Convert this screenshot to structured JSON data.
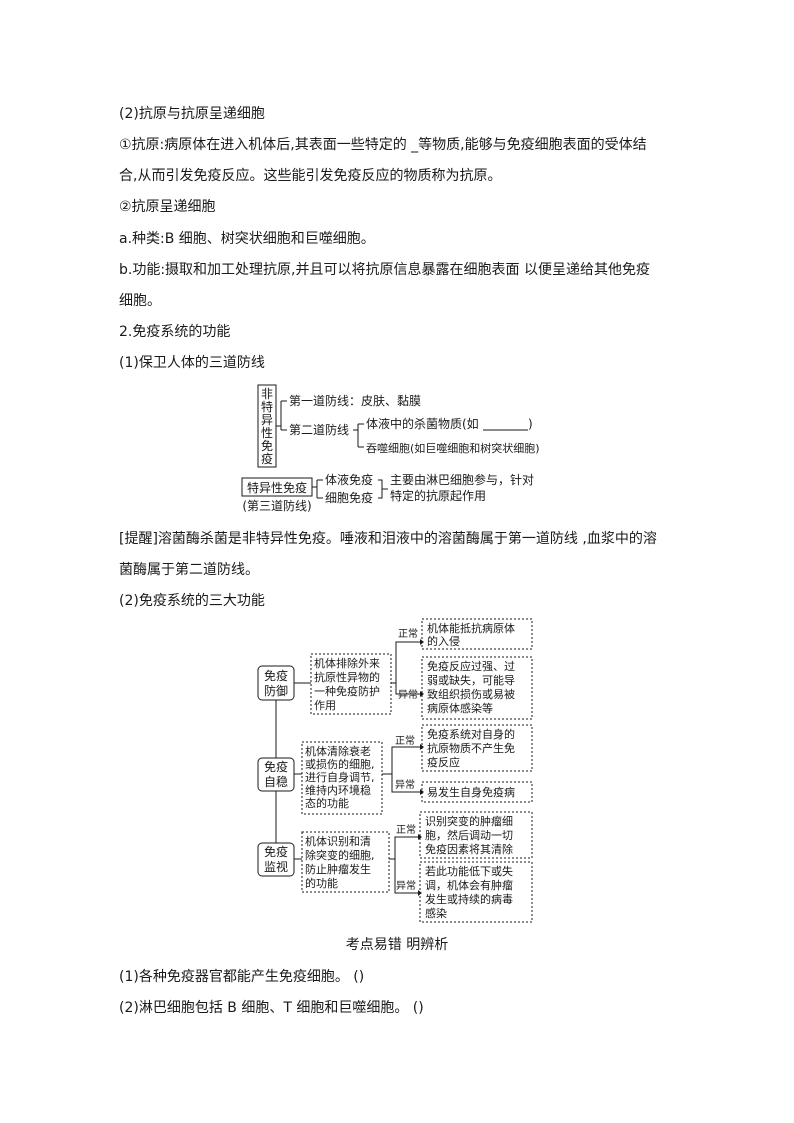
{
  "paragraphs": {
    "p1": "(2)抗原与抗原呈递细胞",
    "p2": "①抗原:病原体在进入机体后,其表面一些特定的 _等物质,能够与免疫细胞表面的受体结",
    "p3": "合,从而引发免疫反应。这些能引发免疫反应的物质称为抗原。",
    "p4": "②抗原呈递细胞",
    "p5": "a.种类:B 细胞、树突状细胞和巨噬细胞。",
    "p6": "b.功能:摄取和加工处理抗原,并且可以将抗原信息暴露在细胞表面   以便呈递给其他免疫",
    "p7": "细胞。",
    "p8": "2.免疫系统的功能",
    "p9": "(1)保卫人体的三道防线",
    "p10": "[提醒]溶菌酶杀菌是非特异性免疫。唾液和泪液中的溶菌酶属于第一道防线    ,血浆中的溶",
    "p11": "菌酶属于第二道防线。",
    "p12": "(2)免疫系统的三大功能",
    "p13": "考点易错  明辨析",
    "p14": "(1)各种免疫器官都能产生免疫细胞。 ()",
    "p15": "(2)淋巴细胞包括  B 细胞、T 细胞和巨噬细胞。 ()"
  },
  "defense": {
    "nonspecific_chars": [
      "非",
      "特",
      "异",
      "性",
      "免",
      "疫"
    ],
    "line1": "第一道防线：皮肤、黏膜",
    "line2": "第二道防线",
    "line2a": "体液中的杀菌物质(如",
    "line2a_end": ")",
    "line2b": "吞噬细胞(如巨噬细胞和树突状细胞)",
    "specific": "特异性免疫",
    "third": "(第三道防线)",
    "humoral": "体液免疫",
    "cellular": "细胞免疫",
    "note1": "主要由淋巴细胞参与，针对",
    "note2": "特定的抗原起作用"
  },
  "functions": {
    "normal": "正常",
    "abnormal": "异常",
    "rows": [
      {
        "name1": "免疫",
        "name2": "防御",
        "desc": [
          "机体排除外来",
          "抗原性异物的",
          "一种免疫防护",
          "作用"
        ],
        "normal": [
          "机体能抵抗病原体",
          "的入侵"
        ],
        "abnormal": [
          "免疫反应过强、过",
          "弱或缺失，可能导",
          "致组织损伤或易被",
          "病原体感染等"
        ]
      },
      {
        "name1": "免疫",
        "name2": "自稳",
        "desc": [
          "机体清除衰老",
          "或损伤的细胞,",
          "进行自身调节,",
          "维持内环境稳",
          "态的功能"
        ],
        "normal": [
          "免疫系统对自身的",
          "抗原物质不产生免",
          "疫反应"
        ],
        "abnormal": [
          "易发生自身免疫病"
        ]
      },
      {
        "name1": "免疫",
        "name2": "监视",
        "desc": [
          "机体识别和清",
          "除突变的细胞,",
          "防止肿瘤发生",
          "的功能"
        ],
        "normal": [
          "识别突变的肿瘤细",
          "胞，然后调动一切",
          "免疫因素将其清除"
        ],
        "abnormal": [
          "若此功能低下或失",
          "调，机体会有肿瘤",
          "发生或持续的病毒",
          "感染"
        ]
      }
    ]
  }
}
